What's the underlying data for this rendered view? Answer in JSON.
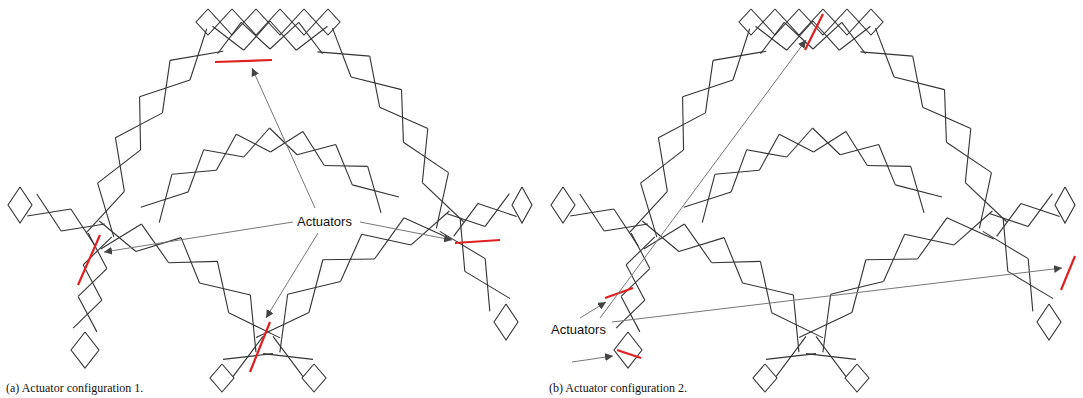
{
  "diagram": {
    "labels": [
      "Actuators",
      "(a) Actuator configuration 1.",
      "Actuators",
      "(b) Actuator configuration 2."
    ]
  }
}
